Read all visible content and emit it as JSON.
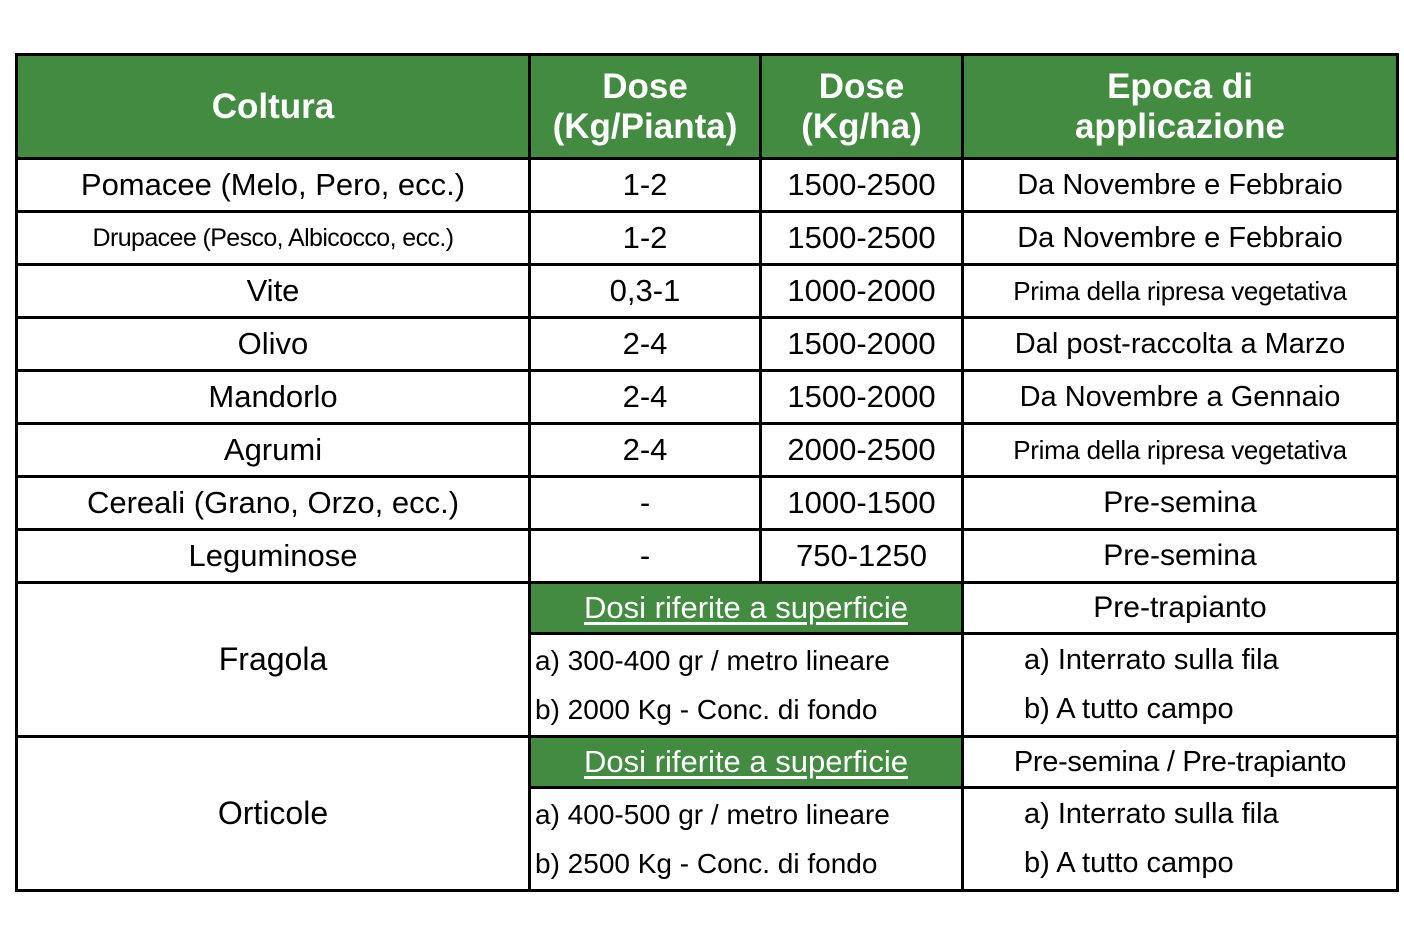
{
  "headers": {
    "crop": "Coltura",
    "dose_plant_line1": "Dose",
    "dose_plant_line2": "(Kg/Pianta)",
    "dose_ha_line1": "Dose",
    "dose_ha_line2": "(Kg/ha)",
    "epoch_line1": "Epoca di",
    "epoch_line2": "applicazione"
  },
  "rows": [
    {
      "crop": "Pomacee (Melo, Pero, ecc.)",
      "dose_plant": "1-2",
      "dose_ha": "1500-2500",
      "epoch": "Da Novembre e Febbraio"
    },
    {
      "crop": "Drupacee (Pesco, Albicocco, ecc.)",
      "dose_plant": "1-2",
      "dose_ha": "1500-2500",
      "epoch": "Da Novembre e Febbraio"
    },
    {
      "crop": "Vite",
      "dose_plant": "0,3-1",
      "dose_ha": "1000-2000",
      "epoch": "Prima della ripresa vegetativa"
    },
    {
      "crop": "Olivo",
      "dose_plant": "2-4",
      "dose_ha": "1500-2000",
      "epoch": "Dal post-raccolta a Marzo"
    },
    {
      "crop": "Mandorlo",
      "dose_plant": "2-4",
      "dose_ha": "1500-2000",
      "epoch": "Da Novembre a Gennaio"
    },
    {
      "crop": "Agrumi",
      "dose_plant": "2-4",
      "dose_ha": "2000-2500",
      "epoch": "Prima della ripresa vegetativa"
    },
    {
      "crop": "Cereali (Grano, Orzo, ecc.)",
      "dose_plant": "-",
      "dose_ha": "1000-1500",
      "epoch": "Pre-semina"
    },
    {
      "crop": "Leguminose",
      "dose_plant": "-",
      "dose_ha": "750-1250",
      "epoch": "Pre-semina"
    }
  ],
  "special_rows": [
    {
      "crop": "Fragola",
      "surface_header": "Dosi riferite a superficie",
      "epoch_header": "Pre-trapianto",
      "dose_a": "a) 300-400 gr / metro lineare",
      "dose_b": "b) 2000 Kg - Conc. di fondo",
      "epoch_a": "a) Interrato sulla fila",
      "epoch_b": "b) A tutto campo"
    },
    {
      "crop": "Orticole",
      "surface_header": "Dosi riferite a superficie",
      "epoch_header": "Pre-semina / Pre-trapianto",
      "dose_a": "a) 400-500 gr / metro lineare",
      "dose_b": "b) 2500 Kg - Conc. di fondo",
      "epoch_a": "a) Interrato sulla fila",
      "epoch_b": "b) A tutto campo"
    }
  ],
  "colors": {
    "header_green": "#438b40",
    "header_text": "#ffffff",
    "border": "#000000"
  }
}
